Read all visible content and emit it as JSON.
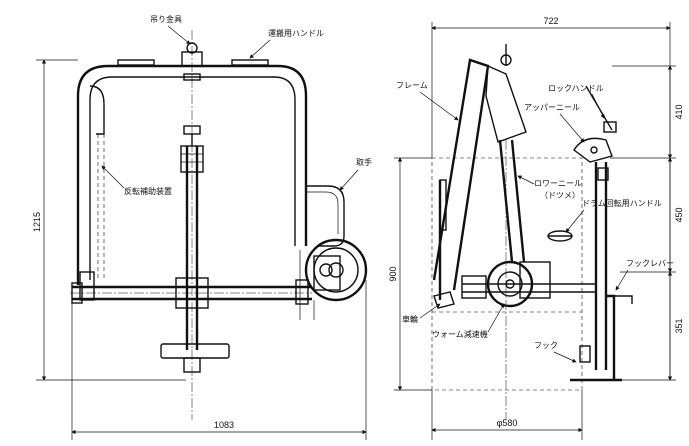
{
  "front_view": {
    "labels": {
      "lifting_fitting": "吊り金具",
      "transport_handle": "運搬用ハンドル",
      "reversal_device": "反転補助装置",
      "grip": "取手"
    },
    "dims": {
      "height": "1215",
      "width": "1083"
    }
  },
  "side_view": {
    "labels": {
      "frame": "フレーム",
      "lock_handle": "ロックハンドル",
      "upper_kneel": "アッパーニール",
      "lower_kneel": "ロワーニール",
      "lower_kneel_sub": "（ドツメ）",
      "drum_handle": "ドラム回転用ハンドル",
      "hook_lever": "フックレバー",
      "wheel": "車輪",
      "worm_gear": "ウォーム減速機",
      "hook": "フック"
    },
    "dims": {
      "width": "722",
      "height": "900",
      "seg_top": "410",
      "seg_mid": "450",
      "seg_bottom": "351",
      "diameter": "φ580"
    }
  }
}
